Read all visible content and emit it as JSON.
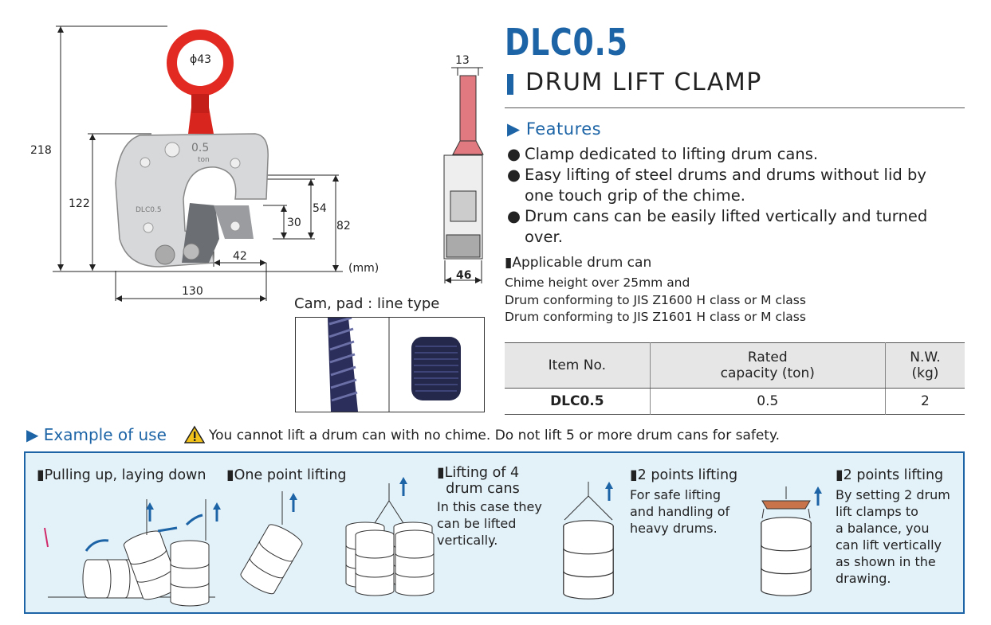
{
  "title": {
    "model": "DLC0.5",
    "name": "DRUM LIFT CLAMP"
  },
  "features": {
    "heading": "Features",
    "items": [
      "Clamp dedicated to lifting drum cans.",
      "Easy lifting of steel drums and drums without lid by",
      "one touch grip of the chime.",
      "Drum cans can be easily lifted vertically and turned over."
    ]
  },
  "applicable": {
    "heading": "Applicable drum can",
    "lines": [
      "Chime height over 25mm and",
      "Drum conforming to JIS Z1600 H class or M class",
      "Drum conforming to JIS Z1601 H class or M class"
    ]
  },
  "spec_table": {
    "headers": [
      "Item No.",
      "Rated",
      "capacity (ton)",
      "N.W.",
      "(kg)"
    ],
    "row": [
      "DLC0.5",
      "0.5",
      "2"
    ]
  },
  "dimensions": {
    "eye": "ϕ43",
    "h218": "218",
    "h122": "122",
    "w130": "130",
    "d54": "54",
    "d82": "82",
    "d30": "30",
    "d42": "42",
    "unit": "(mm)",
    "t13": "13",
    "t46": "46",
    "body_model": "DLC0.5",
    "body_cap": "0.5",
    "body_ton": "ton"
  },
  "cam": {
    "title": "Cam, pad : line type"
  },
  "example": {
    "heading": "Example of use",
    "warning": "You cannot lift a drum can with no chime. Do not lift 5 or more drum cans for safety."
  },
  "panels": {
    "p1": {
      "title": "Pulling up, laying down"
    },
    "p2": {
      "title": "One point lifting"
    },
    "p3": {
      "title1": "Lifting of 4",
      "title2": "drum cans",
      "text": [
        "In this case they",
        "can be lifted",
        "vertically."
      ]
    },
    "p4": {
      "title": "2 points lifting",
      "text": [
        "For safe lifting",
        "and handling of",
        "heavy drums."
      ]
    },
    "p5": {
      "title": "2 points lifting",
      "text": [
        "By setting 2 drum",
        "lift clamps to",
        "a balance, you",
        "can lift vertically",
        "as shown in the",
        "drawing."
      ]
    }
  },
  "colors": {
    "accent": "#1c64a6",
    "panel_bg": "#e3f1f9",
    "ring": "#e22a22",
    "table_header": "#e6e6e6"
  }
}
